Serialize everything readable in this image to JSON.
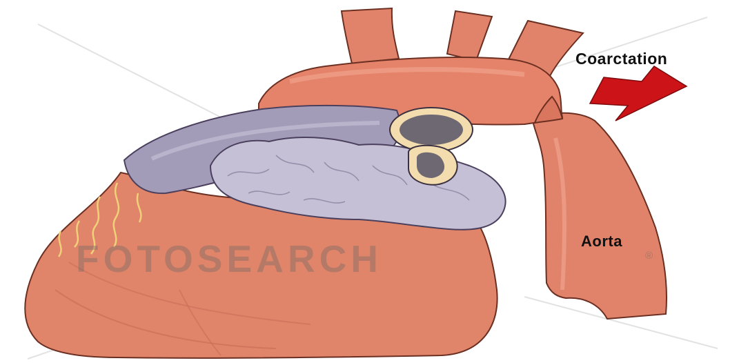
{
  "labels": {
    "coarctation": "Coarctation",
    "aorta": "Aorta"
  },
  "watermark": {
    "text": "FOTOSEARCH",
    "registered_mark": "®"
  },
  "colors": {
    "heart": "#e0856a",
    "aorta": "#e5826a",
    "pulmonary": "#a39cb8",
    "arrow": "#cc1318",
    "label_text": "#111111"
  }
}
